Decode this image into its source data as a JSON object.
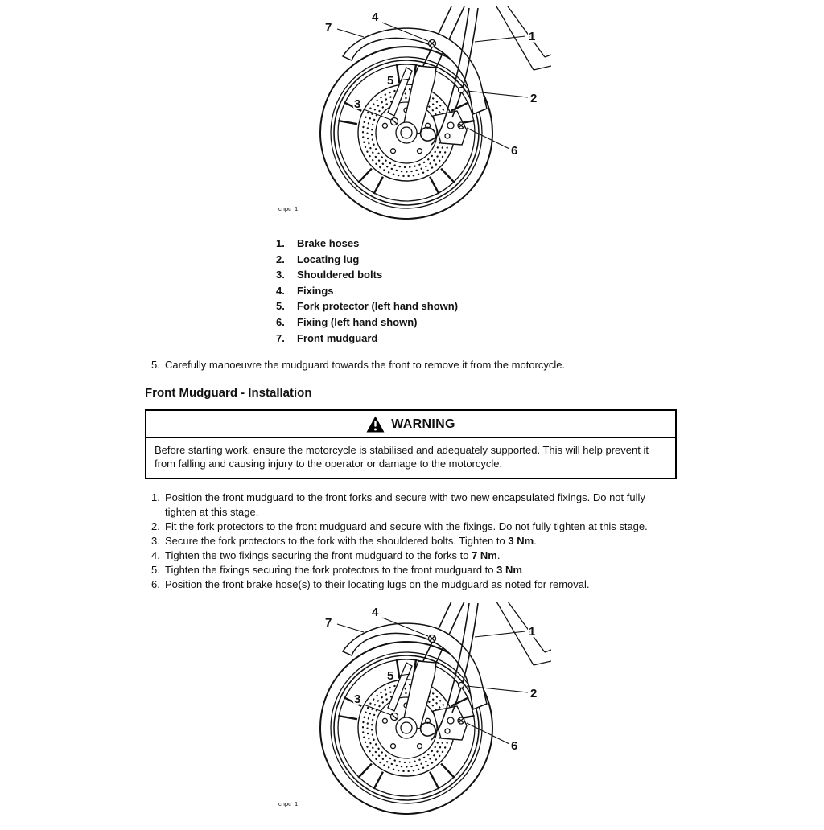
{
  "figure": {
    "caption": "chpc_1",
    "callouts": [
      "1",
      "2",
      "3",
      "4",
      "5",
      "6",
      "7"
    ]
  },
  "legend": [
    {
      "num": "1.",
      "label": "Brake hoses"
    },
    {
      "num": "2.",
      "label": "Locating lug"
    },
    {
      "num": "3.",
      "label": "Shouldered bolts"
    },
    {
      "num": "4.",
      "label": "Fixings"
    },
    {
      "num": "5.",
      "label": "Fork protector (left hand shown)"
    },
    {
      "num": "6.",
      "label": "Fixing (left hand shown)"
    },
    {
      "num": "7.",
      "label": "Front mudguard"
    }
  ],
  "removal_step": {
    "num": "5.",
    "text": "Carefully manoeuvre the mudguard towards the front to remove it from the motorcycle."
  },
  "section": {
    "title": "Front Mudguard - Installation"
  },
  "warning": {
    "label": "WARNING",
    "body": "Before starting work, ensure the motorcycle is stabilised and adequately supported. This will help prevent it from falling and causing injury to the operator or damage to the motorcycle."
  },
  "steps": [
    {
      "num": "1.",
      "segments": [
        {
          "t": "Position the front mudguard to the front forks and secure with two new encapsulated fixings. Do not fully tighten at this stage.",
          "b": false
        }
      ]
    },
    {
      "num": "2.",
      "segments": [
        {
          "t": "Fit the fork protectors to the front mudguard and secure with the fixings. Do not fully tighten at this stage.",
          "b": false
        }
      ]
    },
    {
      "num": "3.",
      "segments": [
        {
          "t": "Secure the fork protectors to the fork with the shouldered bolts. Tighten to ",
          "b": false
        },
        {
          "t": "3 Nm",
          "b": true
        },
        {
          "t": ".",
          "b": false
        }
      ]
    },
    {
      "num": "4.",
      "segments": [
        {
          "t": "Tighten the two fixings securing the front mudguard to the forks to ",
          "b": false
        },
        {
          "t": "7 Nm",
          "b": true
        },
        {
          "t": ".",
          "b": false
        }
      ]
    },
    {
      "num": "5.",
      "segments": [
        {
          "t": "Tighten the fixings securing the fork protectors to the front mudguard to ",
          "b": false
        },
        {
          "t": "3 Nm",
          "b": true
        }
      ]
    },
    {
      "num": "6.",
      "segments": [
        {
          "t": "Position the front brake hose(s) to their locating lugs on the mudguard as noted for removal.",
          "b": false
        }
      ]
    }
  ]
}
